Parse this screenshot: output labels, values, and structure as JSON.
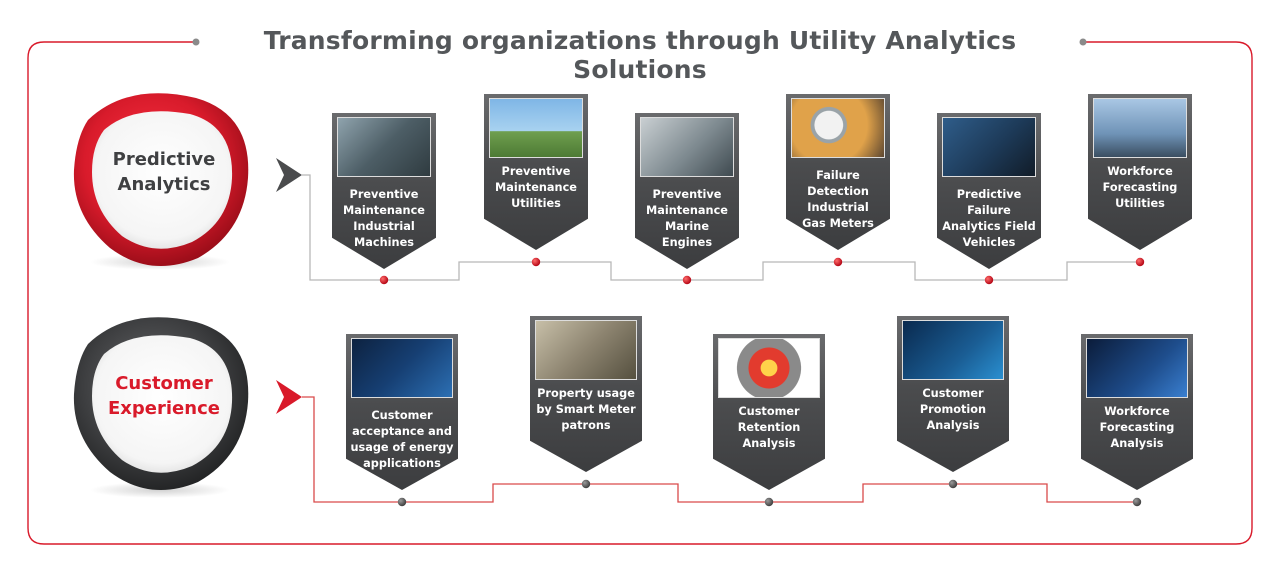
{
  "title": "Transforming organizations through Utility Analytics Solutions",
  "colors": {
    "accent": "#d91a2a",
    "dark": "#4a4b4d",
    "line_top": "#b8b8b8",
    "line_bottom": "#d94a4a",
    "title": "#54575a"
  },
  "rows": [
    {
      "label": "Predictive Analytics",
      "label_lines": [
        "Predictive",
        "Analytics"
      ],
      "style": "red-ring",
      "cards": [
        {
          "lines": [
            "Preventive",
            "Maintenance",
            "Industrial",
            "Machines"
          ],
          "photo": "industrial-machines-photo"
        },
        {
          "lines": [
            "Preventive",
            "Maintenance",
            "Utilities"
          ],
          "photo": "utility-worker-photo"
        },
        {
          "lines": [
            "Preventive",
            "Maintenance",
            "Marine",
            "Engines"
          ],
          "photo": "marine-engine-photo"
        },
        {
          "lines": [
            "Failure",
            "Detection",
            "Industrial",
            "Gas Meters"
          ],
          "photo": "gas-meter-photo"
        },
        {
          "lines": [
            "Predictive",
            "Failure",
            "Analytics Field",
            "Vehicles"
          ],
          "photo": "vehicle-engine-photo"
        },
        {
          "lines": [
            "Workforce",
            "Forecasting",
            "Utilities"
          ],
          "photo": "power-line-worker-photo"
        }
      ]
    },
    {
      "label": "Customer Experience",
      "label_lines": [
        "Customer",
        "Experience"
      ],
      "style": "dark-ring",
      "cards": [
        {
          "lines": [
            "Customer",
            "acceptance and",
            "usage of energy",
            "applications"
          ],
          "photo": "smart-home-phone-photo"
        },
        {
          "lines": [
            "Property usage",
            "by Smart Meter",
            "patrons"
          ],
          "photo": "smart-meter-photo"
        },
        {
          "lines": [
            "Customer",
            "Retention",
            "Analysis"
          ],
          "photo": "retention-wheel-photo"
        },
        {
          "lines": [
            "Customer",
            "Promotion",
            "Analysis"
          ],
          "photo": "promotion-network-photo"
        },
        {
          "lines": [
            "Workforce",
            "Forecasting",
            "Analysis"
          ],
          "photo": "forecast-chart-photo"
        }
      ]
    }
  ]
}
